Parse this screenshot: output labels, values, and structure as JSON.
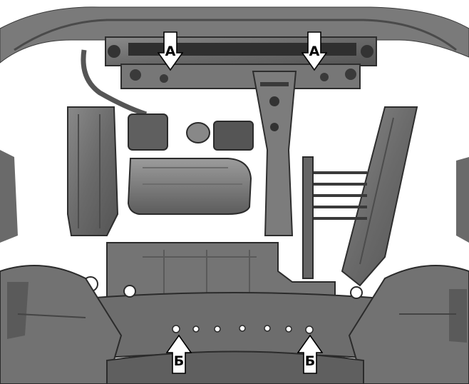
{
  "figure": {
    "arrows": [
      {
        "id": "A-left",
        "label": "А",
        "direction": "down"
      },
      {
        "id": "A-right",
        "label": "А",
        "direction": "down"
      },
      {
        "id": "B-left",
        "label": "Б",
        "direction": "up"
      },
      {
        "id": "B-right",
        "label": "Б",
        "direction": "up"
      }
    ],
    "colors": {
      "metal": "#6f6f6f",
      "metal_dark": "#3c3c3c",
      "metal_light": "#a6a6a6",
      "background": "#ffffff",
      "arrow_fill": "#ffffff",
      "arrow_stroke": "#000000"
    }
  }
}
